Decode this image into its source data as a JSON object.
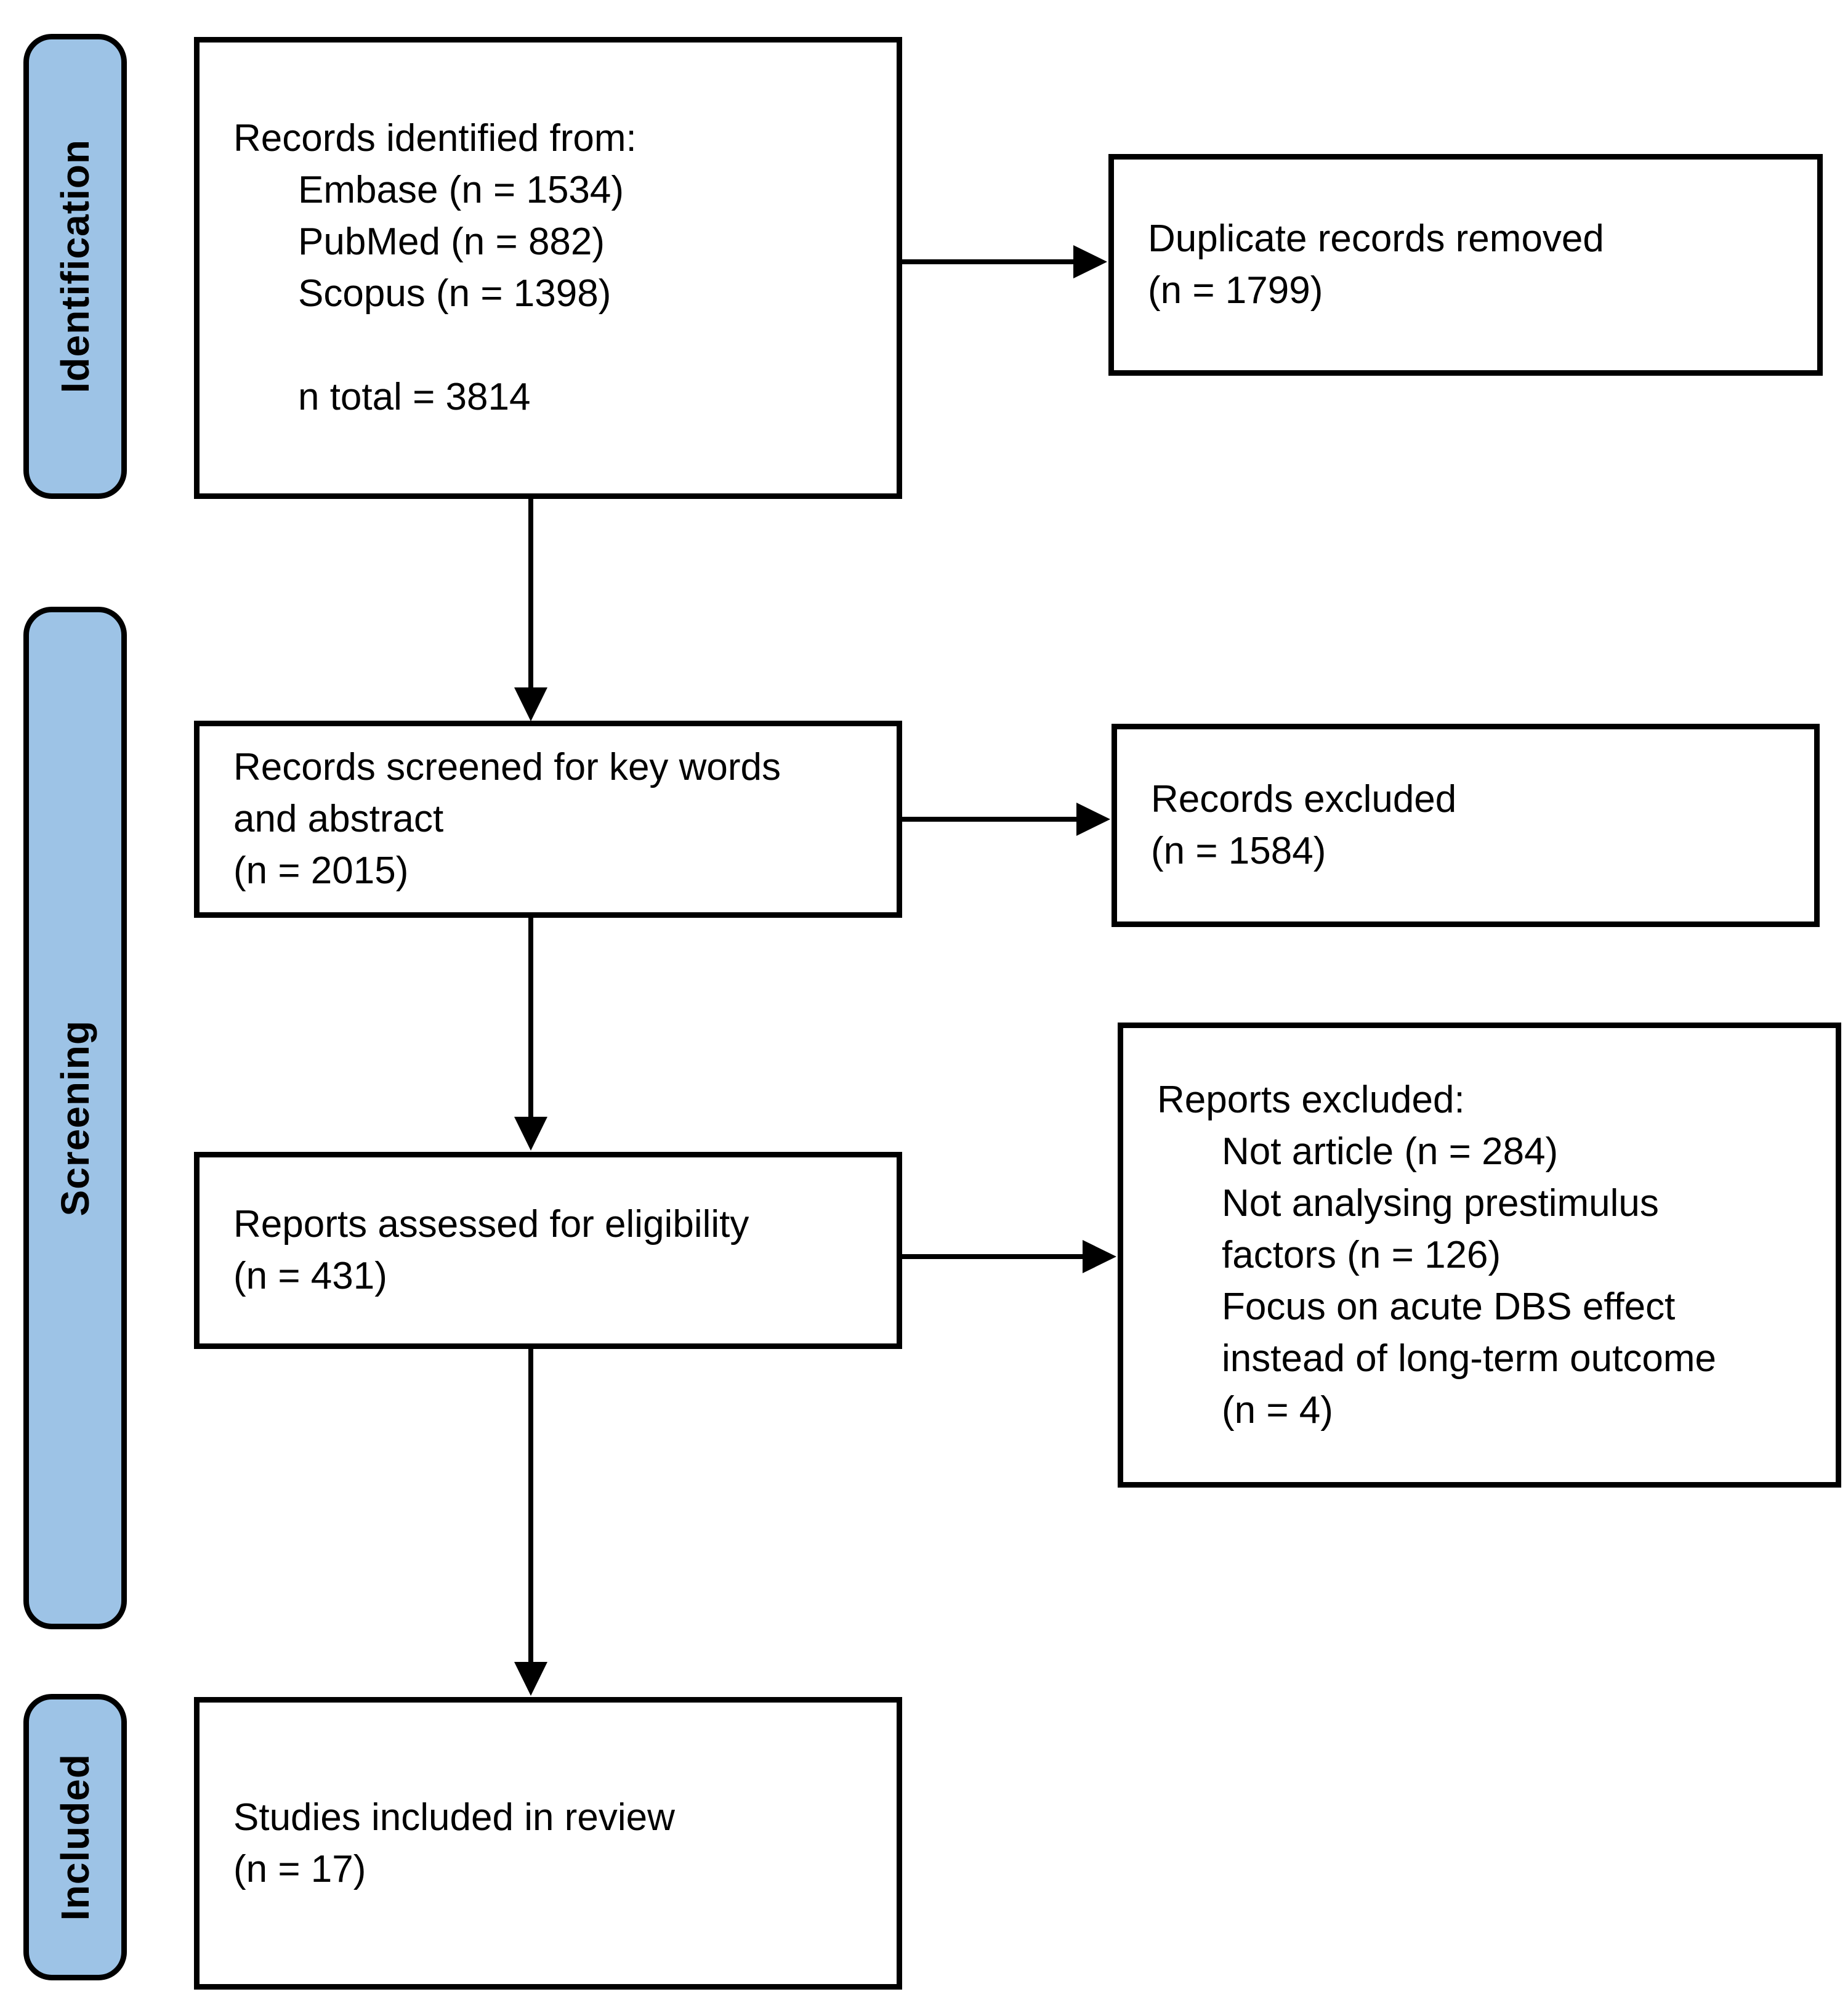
{
  "colors": {
    "stage_fill": "#9DC3E6",
    "box_border": "#000000",
    "text": "#000000",
    "background": "#FFFFFF"
  },
  "stages": {
    "identification": {
      "label": "Identification"
    },
    "screening": {
      "label": "Screening"
    },
    "included": {
      "label": "Included"
    }
  },
  "boxes": {
    "records_identified": {
      "lines": [
        "Records identified from:",
        "Embase (n = 1534)",
        "PubMed (n = 882)",
        "Scopus (n = 1398)",
        "",
        "n total = 3814"
      ]
    },
    "duplicates_removed": {
      "lines": [
        "Duplicate records removed",
        "(n = 1799)"
      ]
    },
    "records_screened": {
      "lines": [
        "Records screened for key words",
        "and abstract",
        "(n = 2015)"
      ]
    },
    "records_excluded": {
      "lines": [
        "Records excluded",
        "(n = 1584)"
      ]
    },
    "reports_assessed": {
      "lines": [
        "Reports assessed for eligibility",
        "(n = 431)"
      ]
    },
    "reports_excluded": {
      "lines": [
        "Reports excluded:",
        "Not article (n = 284)",
        "Not analysing prestimulus",
        "factors (n = 126)",
        "Focus on acute DBS effect",
        "instead of long-term outcome",
        "(n = 4)"
      ]
    },
    "studies_included": {
      "lines": [
        "Studies included in review",
        "(n = 17)"
      ]
    }
  }
}
